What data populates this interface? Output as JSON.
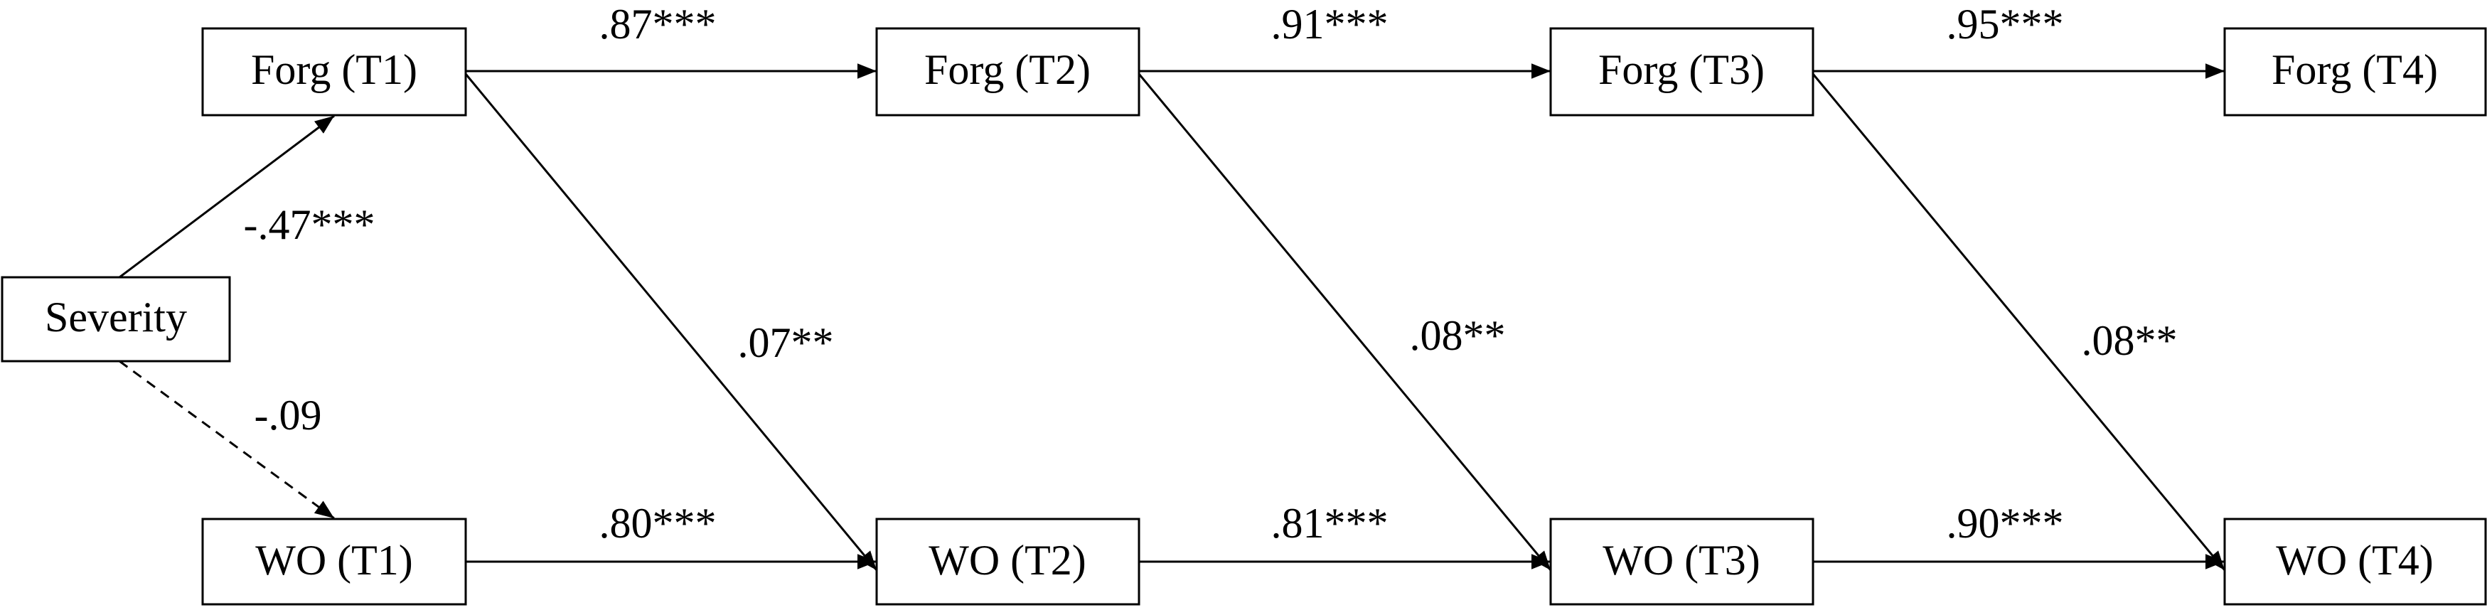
{
  "nodes": {
    "severity": "Severity",
    "forg_t1": "Forg (T1)",
    "forg_t2": "Forg (T2)",
    "forg_t3": "Forg (T3)",
    "forg_t4": "Forg (T4)",
    "wo_t1": "WO (T1)",
    "wo_t2": "WO (T2)",
    "wo_t3": "WO (T3)",
    "wo_t4": "WO (T4)"
  },
  "paths": {
    "severity_forg_t1": "-.47***",
    "severity_wo_t1": "-.09",
    "forg_t1_forg_t2": ".87***",
    "forg_t2_forg_t3": ".91***",
    "forg_t3_forg_t4": ".95***",
    "wo_t1_wo_t2": ".80***",
    "wo_t2_wo_t3": ".81***",
    "wo_t3_wo_t4": ".90***",
    "forg_t1_wo_t2": ".07**",
    "forg_t2_wo_t3": ".08**",
    "forg_t3_wo_t4": ".08**"
  }
}
